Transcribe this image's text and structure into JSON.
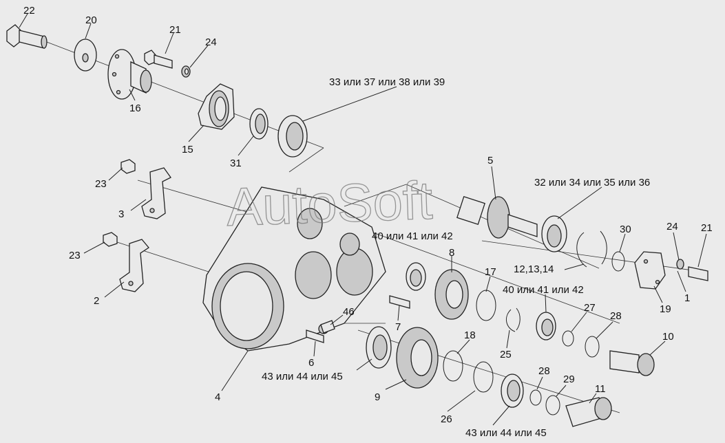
{
  "watermark": "AutoSoft",
  "labels": {
    "l22": "22",
    "l20": "20",
    "l21a": "21",
    "l24a": "24",
    "l16": "16",
    "l15": "15",
    "l31": "31",
    "l33": "33 или 37 или 38 или 39",
    "l23a": "23",
    "l3": "3",
    "l23b": "23",
    "l2": "2",
    "l4": "4",
    "l5": "5",
    "l32": "32 или 34 или 35 или 36",
    "l40a": "40 или 41 или 42",
    "l8": "8",
    "l17": "17",
    "l12": "12,13,14",
    "l30": "30",
    "l24b": "24",
    "l21b": "21",
    "l19": "19",
    "l1": "1",
    "l40b": "40 или 41 или 42",
    "l27": "27",
    "l28a": "28",
    "l10": "10",
    "l46": "46",
    "l7": "7",
    "l6": "6",
    "l43a": "43 или 44 или 45",
    "l25": "25",
    "l18": "18",
    "l9": "9",
    "l26": "26",
    "l28b": "28",
    "l29": "29",
    "l11": "11",
    "l43b": "43 или 44 или 45"
  }
}
